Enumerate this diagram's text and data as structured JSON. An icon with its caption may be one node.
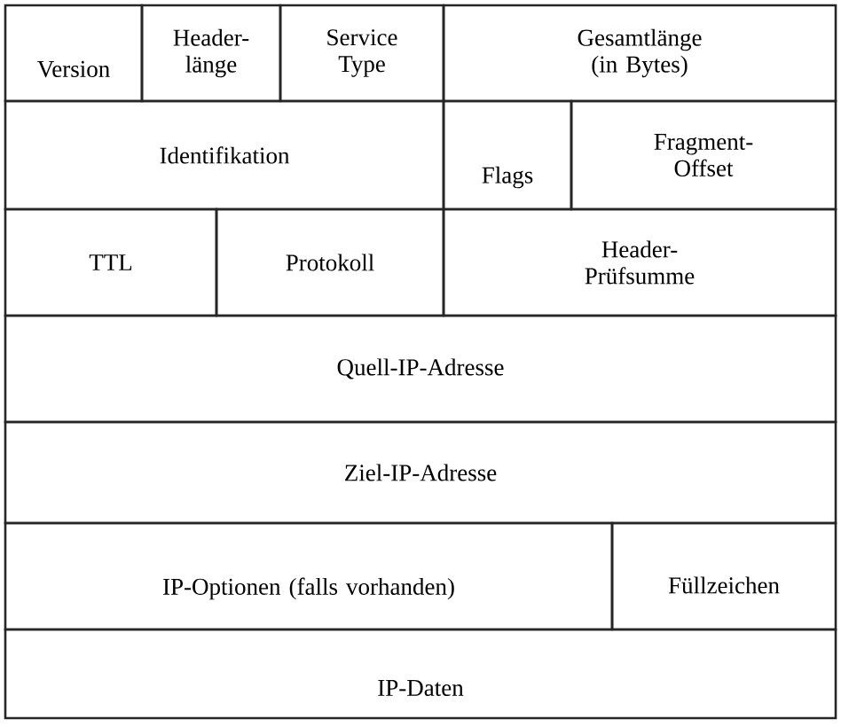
{
  "diagram": {
    "nodes": [
      {
        "text": [
          "Version"
        ]
      },
      {
        "text": [
          "Header- länge"
        ]
      },
      {
        "text": [
          "Service Type"
        ]
      },
      {
        "text": [
          "Gesamtlänge (in Bytes)"
        ]
      },
      {
        "text": [
          "Identifikation"
        ]
      },
      {
        "text": [
          "Flags"
        ]
      },
      {
        "text": [
          "Fragment- Offset"
        ]
      },
      {
        "text": [
          "TTL"
        ]
      },
      {
        "text": [
          "Protokoll"
        ]
      },
      {
        "text": [
          "Header- Prüfsumme"
        ]
      },
      {
        "text": [
          "Quell-IP-Adresse"
        ]
      },
      {
        "text": [
          "Ziel-IP-Adresse"
        ]
      },
      {
        "text": [
          "IP-Optionen (falls vorhanden)"
        ]
      },
      {
        "text": [
          "Füllzeichen"
        ]
      },
      {
        "text": [
          "IP-Daten"
        ]
      }
    ]
  }
}
